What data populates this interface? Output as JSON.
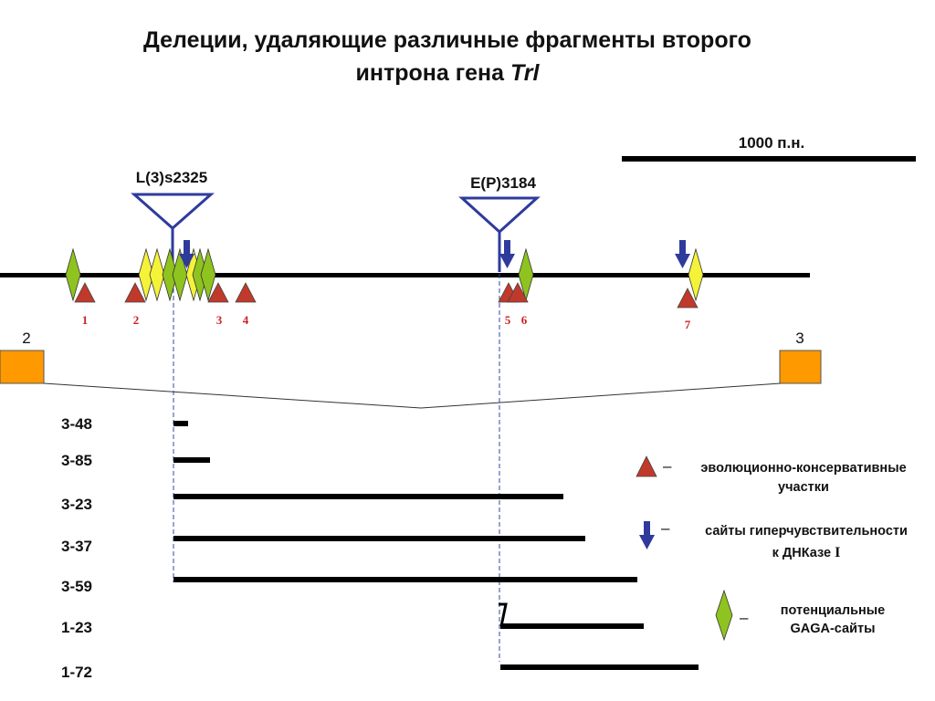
{
  "title": {
    "line1": "Делеции, удаляющие различные фрагменты второго",
    "line2_prefix": "интрона гена ",
    "line2_gene": "Trl"
  },
  "scale_bar": {
    "label": "1000 п.н."
  },
  "insertions": [
    {
      "label": "L(3)s2325"
    },
    {
      "label": "E(P)3184"
    }
  ],
  "sites": {
    "conserved_labels": [
      "1",
      "2",
      "3",
      "4",
      "5",
      "6",
      "7"
    ]
  },
  "exons": [
    {
      "label": "2"
    },
    {
      "label": "3"
    }
  ],
  "deletions": [
    {
      "name": "3-48"
    },
    {
      "name": "3-85"
    },
    {
      "name": "3-23"
    },
    {
      "name": "3-37"
    },
    {
      "name": "3-59"
    },
    {
      "name": "1-23"
    },
    {
      "name": "1-72"
    }
  ],
  "legend": {
    "conserved_line1": "эволюционно-консервативные",
    "conserved_line2": "участки",
    "dnase_line1": "сайты гиперчувствительности",
    "dnase_line2_prefix": "к ДНКазе ",
    "dnase_line2_roman": "I",
    "gaga_line1": "потенциальные",
    "gaga_line2": "GAGA-сайты",
    "dash": "–"
  },
  "colors": {
    "conserved_site": "#c0392b",
    "dnase_arrow": "#2e3b9c",
    "gaga_green": "#8fc31f",
    "gaga_yellow": "#f5f23a",
    "exon": "#ff9900",
    "insertion_outline": "#2e3b9c",
    "site_number": "#cc2222"
  }
}
